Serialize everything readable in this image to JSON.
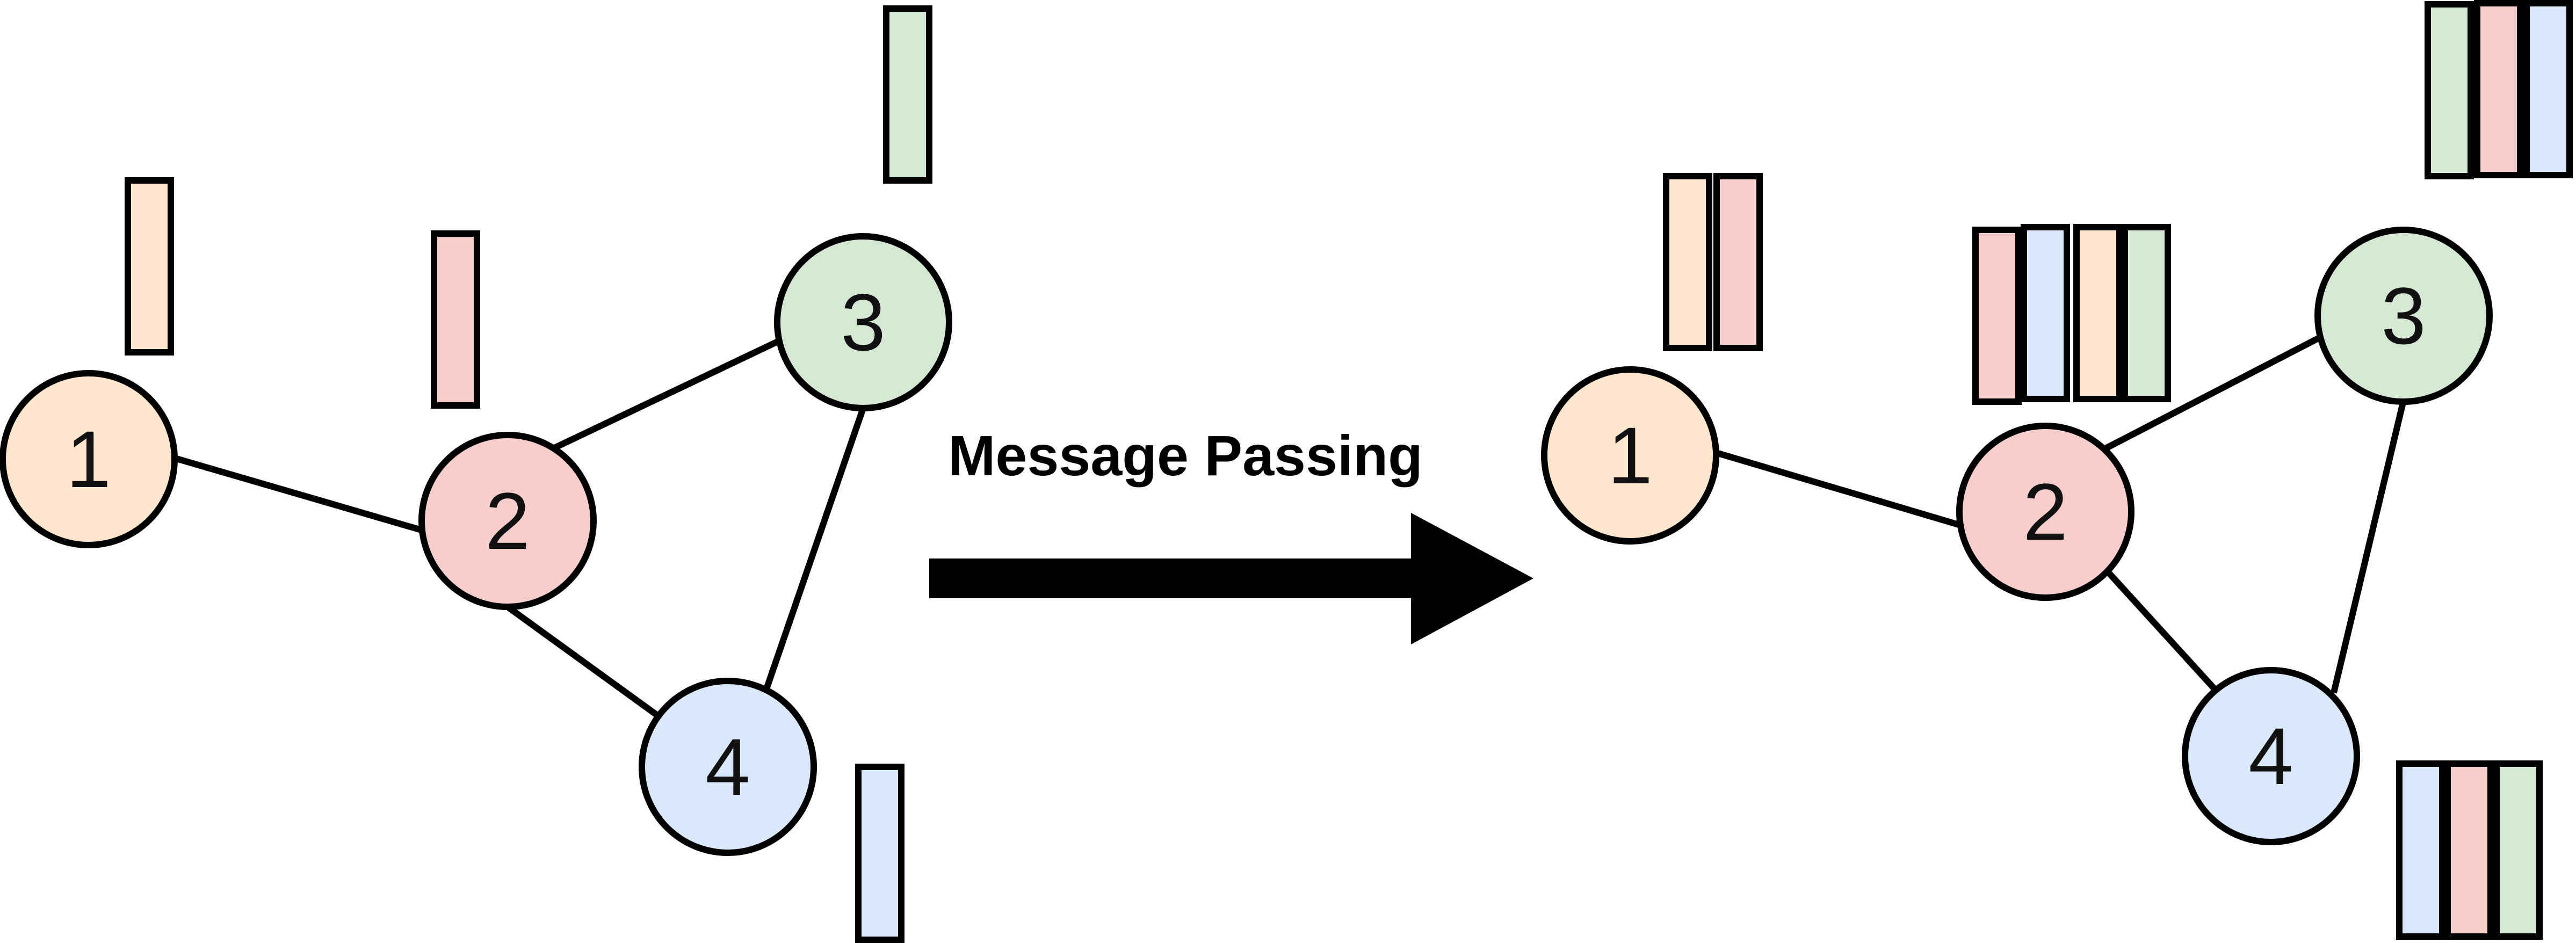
{
  "colors": {
    "node_1": "#ffe6cc",
    "node_2": "#f8cecc",
    "node_3": "#d5e8d4",
    "node_4": "#dae8fc",
    "stroke": "#000000"
  },
  "arrow": {
    "label": "Message Passing"
  },
  "before": {
    "nodes": [
      {
        "id": "1",
        "label": "1"
      },
      {
        "id": "2",
        "label": "2"
      },
      {
        "id": "3",
        "label": "3"
      },
      {
        "id": "4",
        "label": "4"
      }
    ],
    "edges": [
      [
        "1",
        "2"
      ],
      [
        "2",
        "3"
      ],
      [
        "2",
        "4"
      ],
      [
        "3",
        "4"
      ]
    ],
    "features": {
      "1": [
        "1"
      ],
      "2": [
        "2"
      ],
      "3": [
        "3"
      ],
      "4": [
        "4"
      ]
    }
  },
  "after": {
    "nodes": [
      {
        "id": "1",
        "label": "1"
      },
      {
        "id": "2",
        "label": "2"
      },
      {
        "id": "3",
        "label": "3"
      },
      {
        "id": "4",
        "label": "4"
      }
    ],
    "edges": [
      [
        "1",
        "2"
      ],
      [
        "2",
        "3"
      ],
      [
        "2",
        "4"
      ],
      [
        "3",
        "4"
      ]
    ],
    "features": {
      "1": [
        "1",
        "2"
      ],
      "2": [
        "2",
        "4",
        "1",
        "3"
      ],
      "3": [
        "3",
        "2",
        "4"
      ],
      "4": [
        "4",
        "2",
        "3"
      ]
    }
  }
}
